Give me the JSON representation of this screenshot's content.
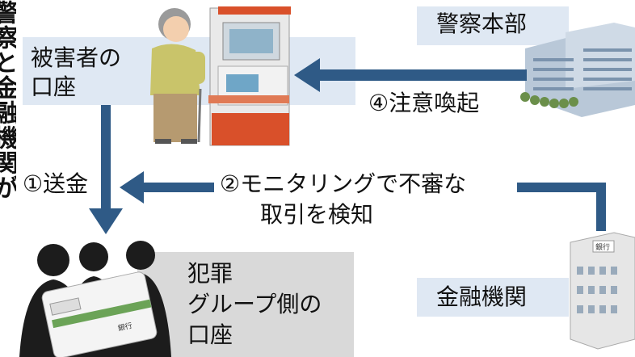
{
  "vertical_title": "警察と金融機関が",
  "nodes": {
    "victim_account": "被害者の\n口座",
    "police_hq": "警察本部",
    "bank": "金融機関",
    "criminal_account": "犯罪\nグループ側の\n口座"
  },
  "steps": {
    "step1": "①送金",
    "step2_line1": "②モニタリングで不審な",
    "step2_line2": "取引を検知",
    "step4": "④注意喚起"
  },
  "icons": {
    "building_sign": "銀行",
    "card_text": "銀行"
  },
  "colors": {
    "arrow": "#2f5a86",
    "box_bg": "#dfe8f3",
    "criminal_box_bg": "#d9d9d9"
  }
}
